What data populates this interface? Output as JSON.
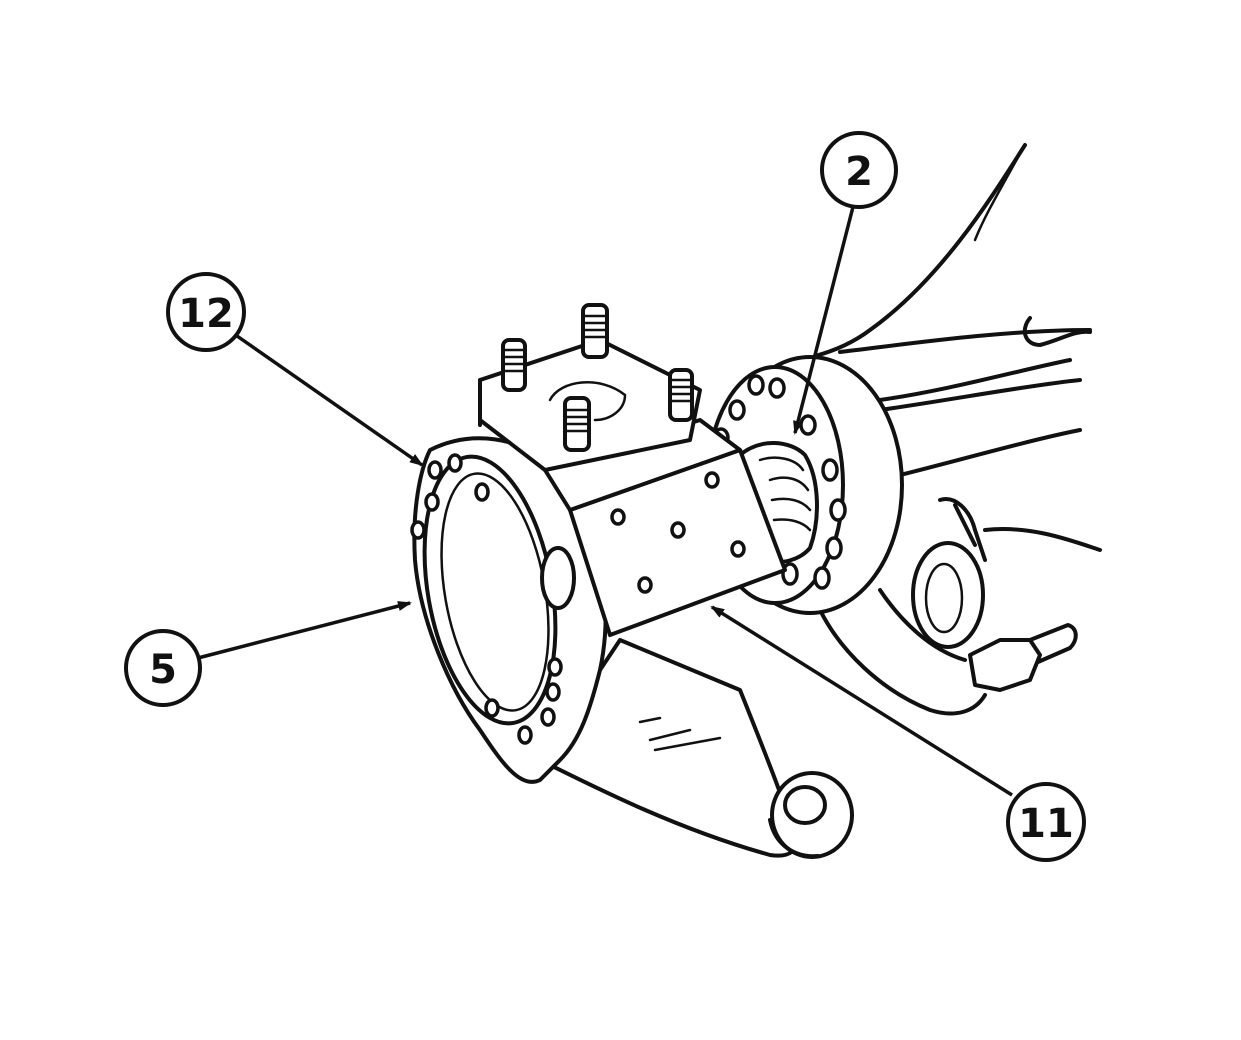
{
  "callouts": {
    "c2": "2",
    "c12": "12",
    "c5": "5",
    "c11": "11"
  }
}
